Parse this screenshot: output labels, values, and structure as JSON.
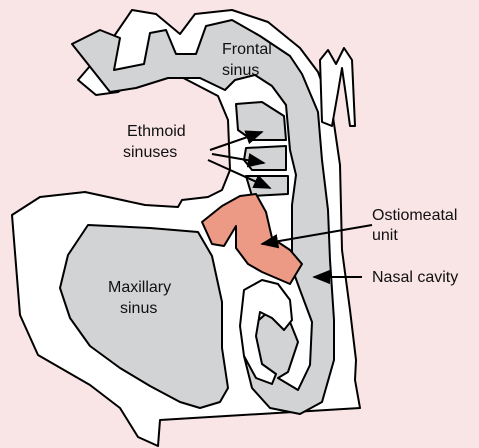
{
  "labels": {
    "frontal_line1": "Frontal",
    "frontal_line2": "sinus",
    "ethmoid_line1": "Ethmoid",
    "ethmoid_line2": "sinuses",
    "maxillary_line1": "Maxillary",
    "maxillary_line2": "sinus",
    "ostiomeatal_line1": "Ostiomeatal",
    "ostiomeatal_line2": "unit",
    "nasal_cavity": "Nasal cavity"
  },
  "colors": {
    "background": "#f9e4e6",
    "bone_white": "#ffffff",
    "sinus_gray": "#d2d3d5",
    "ostiomeatal": "#ec9a85",
    "outline": "#000000"
  }
}
